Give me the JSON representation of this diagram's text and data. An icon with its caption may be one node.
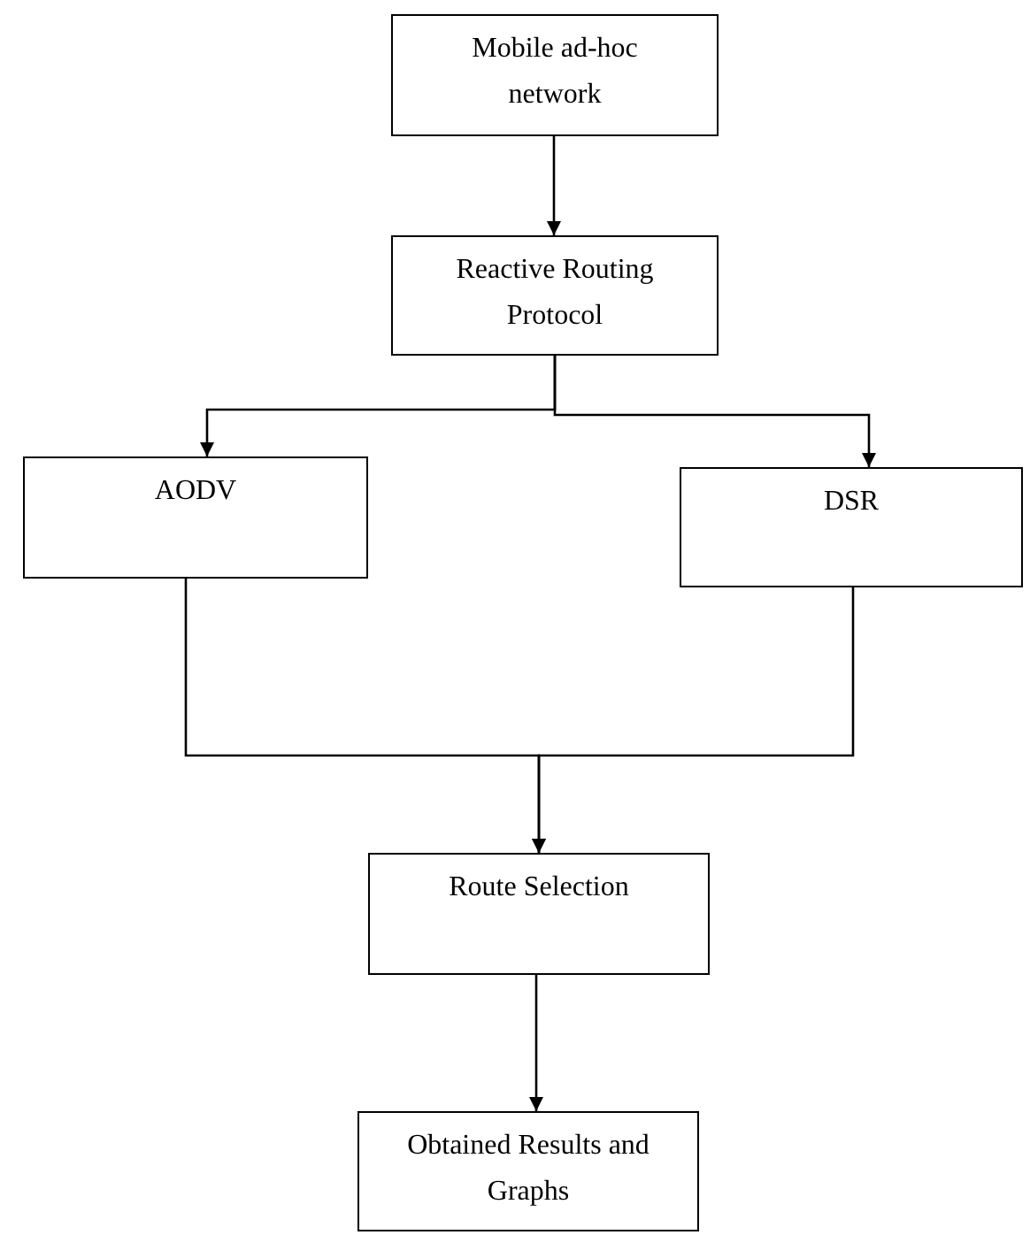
{
  "diagram": {
    "nodes": [
      {
        "text": [
          "Mobile ad-hoc network"
        ]
      },
      {
        "text": [
          "Reactive Routing Protocol"
        ]
      },
      {
        "text": [
          "AODV"
        ]
      },
      {
        "text": [
          "DSR"
        ]
      },
      {
        "text": [
          "Route Selection"
        ]
      },
      {
        "text": [
          "Obtained Results and Graphs"
        ]
      }
    ],
    "edges": [
      {
        "from": 0,
        "to": 1,
        "arrow": "to"
      },
      {
        "from": 1,
        "to": 2,
        "arrow": "to"
      },
      {
        "from": 1,
        "to": 3,
        "arrow": "to"
      },
      {
        "from": 2,
        "to": 4,
        "arrow": "to"
      },
      {
        "from": 3,
        "to": 4,
        "arrow": "to"
      },
      {
        "from": 4,
        "to": 5,
        "arrow": "to"
      }
    ]
  }
}
